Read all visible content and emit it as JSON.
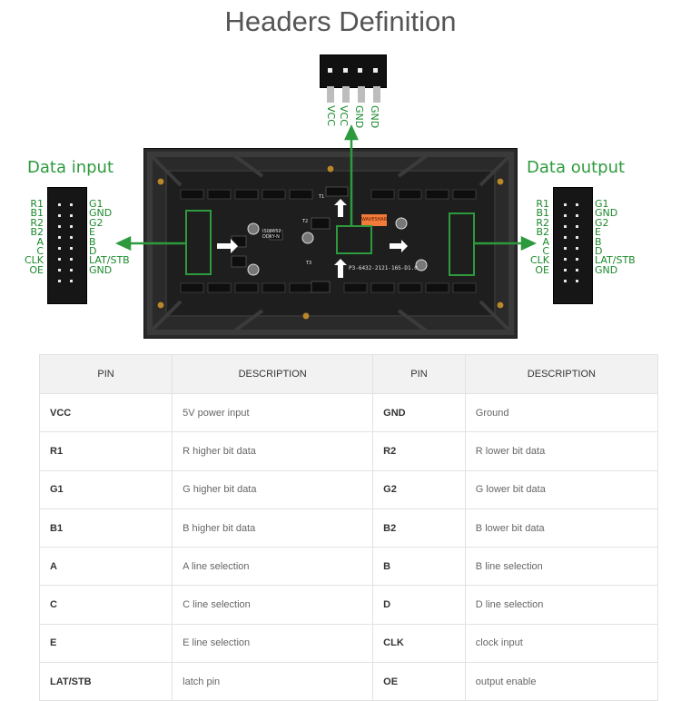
{
  "title": "Headers Definition",
  "data_input_label": "Data input",
  "data_output_label": "Data output",
  "left_labels": [
    "R1",
    "B1",
    "R2",
    "B2",
    "A",
    "C",
    "CLK",
    "OE"
  ],
  "right_labels": [
    "G1",
    "GND",
    "G2",
    "E",
    "B",
    "D",
    "LAT/STB",
    "GND"
  ],
  "power_pins": [
    "VCC",
    "VCC",
    "GND",
    "GND"
  ],
  "board_text": {
    "brand": "WAVESHARE",
    "model": "P3-6432-2121-16S-D1.0",
    "t1": "T1",
    "t2": "T2",
    "t3": "T3",
    "chip_label": "IS06652 DDKY-N"
  },
  "colors": {
    "accent_green": "#2d9a3d",
    "board": "#2a2a2a",
    "brand_tag": "#f27a3a"
  },
  "table": {
    "headers": [
      "PIN",
      "DESCRIPTION",
      "PIN",
      "DESCRIPTION"
    ],
    "rows": [
      [
        "VCC",
        "5V power input",
        "GND",
        "Ground"
      ],
      [
        "R1",
        "R higher bit data",
        "R2",
        "R lower bit data"
      ],
      [
        "G1",
        "G higher bit data",
        "G2",
        "G lower bit data"
      ],
      [
        "B1",
        "B higher bit data",
        "B2",
        "B lower bit data"
      ],
      [
        "A",
        "A line selection",
        "B",
        "B line selection"
      ],
      [
        "C",
        "C line selection",
        "D",
        "D line selection"
      ],
      [
        "E",
        "E line selection",
        "CLK",
        "clock input"
      ],
      [
        "LAT/STB",
        "latch pin",
        "OE",
        "output enable"
      ]
    ]
  }
}
